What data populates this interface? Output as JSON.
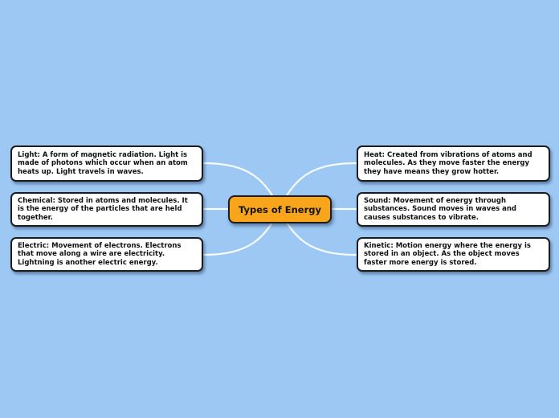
{
  "canvas": {
    "background_color": "#9CC8F3",
    "connector_color": "#FFFFFF"
  },
  "map": {
    "center": {
      "label": "Types of Energy",
      "fill_color": "#F9A51B",
      "border_color": "#1C1C1C"
    },
    "nodes": [
      {
        "id": "light",
        "side": "left",
        "text": "Light: A form of magnetic radiation. Light is made of photons which occur when an atom heats up. Light travels in waves."
      },
      {
        "id": "chemical",
        "side": "left",
        "text": "Chemical: Stored in atoms and molecules. It is the energy of the particles that are held together."
      },
      {
        "id": "electric",
        "side": "left",
        "text": "Electric: Movement of electrons. Electrons that move along a wire are electricity. Lightning is another electric energy."
      },
      {
        "id": "heat",
        "side": "right",
        "text": "Heat: Created from vibrations of atoms and molecules. As they move faster the energy they have means they grow hotter."
      },
      {
        "id": "sound",
        "side": "right",
        "text": "Sound: Movement of energy through substances. Sound moves in waves and causes substances to vibrate."
      },
      {
        "id": "kinetic",
        "side": "right",
        "text": "Kinetic: Motion energy where the energy is stored in an object. As the object moves faster more energy is stored."
      }
    ]
  }
}
